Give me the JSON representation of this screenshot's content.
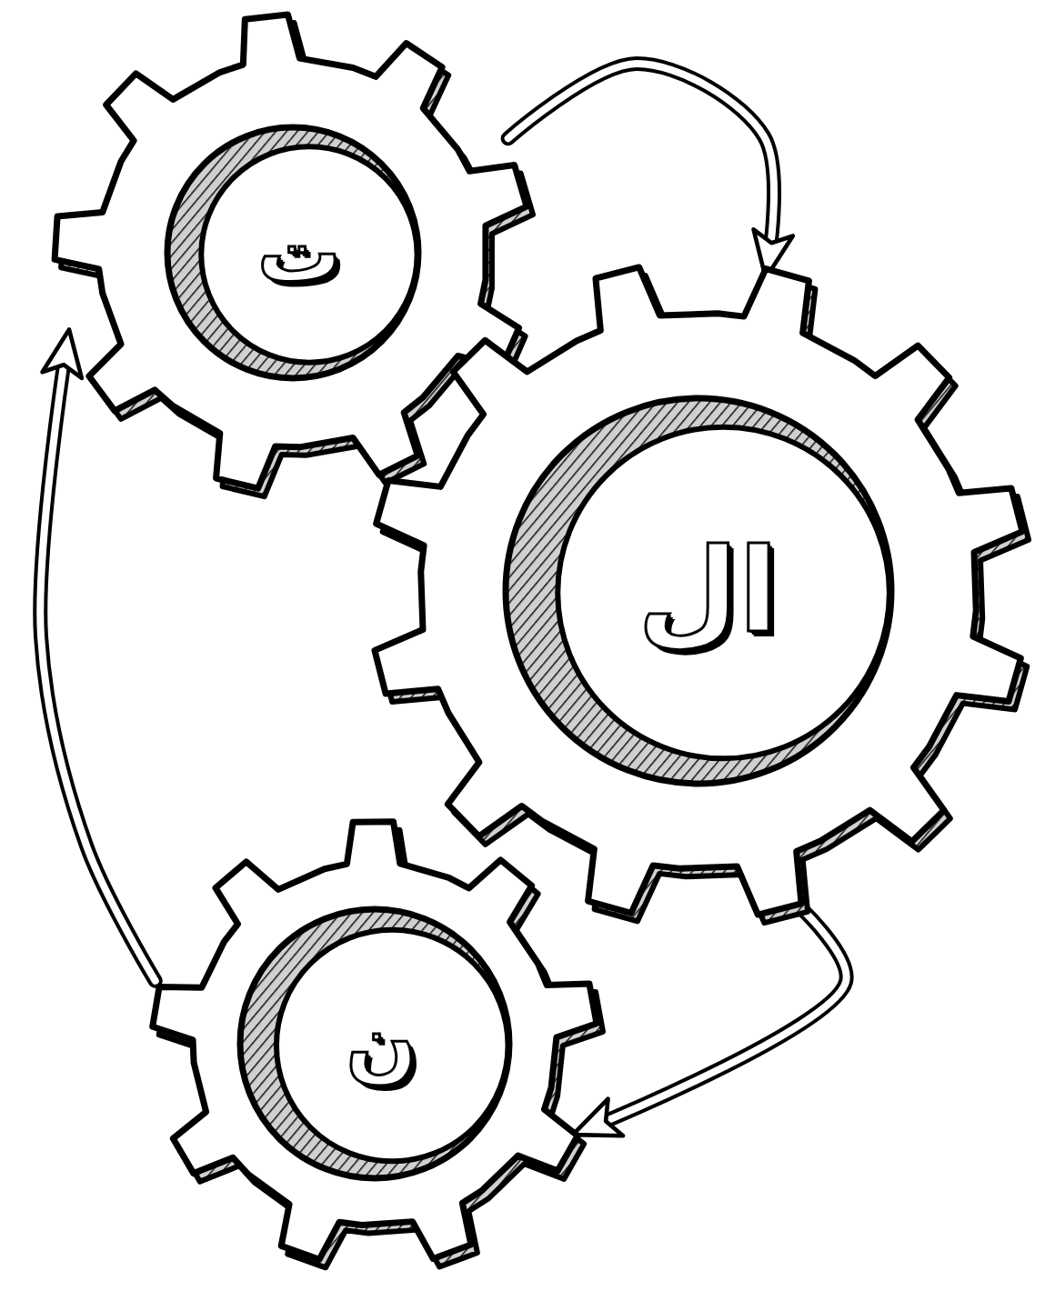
{
  "diagram": {
    "nodes": [
      {
        "text": [
          "ت"
        ]
      },
      {
        "text": [
          "ال"
        ]
      },
      {
        "text": [
          "ن"
        ]
      }
    ],
    "edges": [
      {
        "from": 0,
        "to": 1,
        "arrow": "to"
      },
      {
        "from": 1,
        "to": 2,
        "arrow": "to"
      },
      {
        "from": 2,
        "to": 0,
        "arrow": "to"
      }
    ]
  }
}
